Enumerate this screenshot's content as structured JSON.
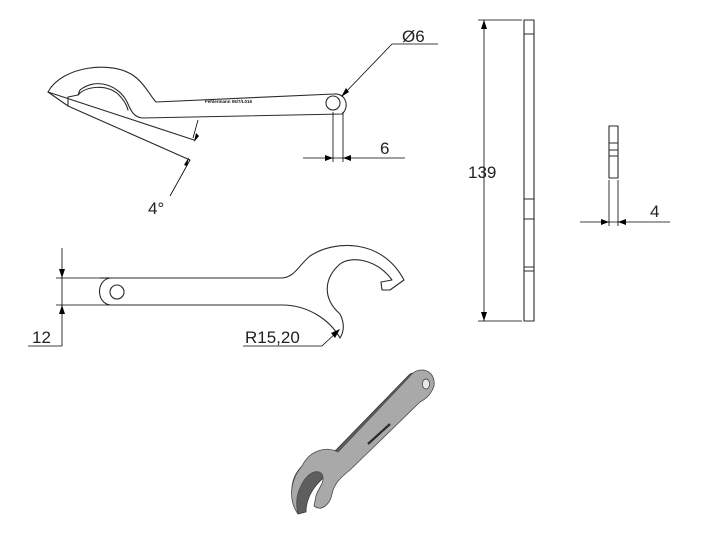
{
  "dimensions": {
    "diameter_label": "Ø6",
    "hole_offset_label": "6",
    "angle_label": "4°",
    "length_label": "139",
    "thickness_label": "4",
    "width_label": "12",
    "radius_label": "R15,20"
  },
  "engraving": "Fehlermann 06/7/L016"
}
